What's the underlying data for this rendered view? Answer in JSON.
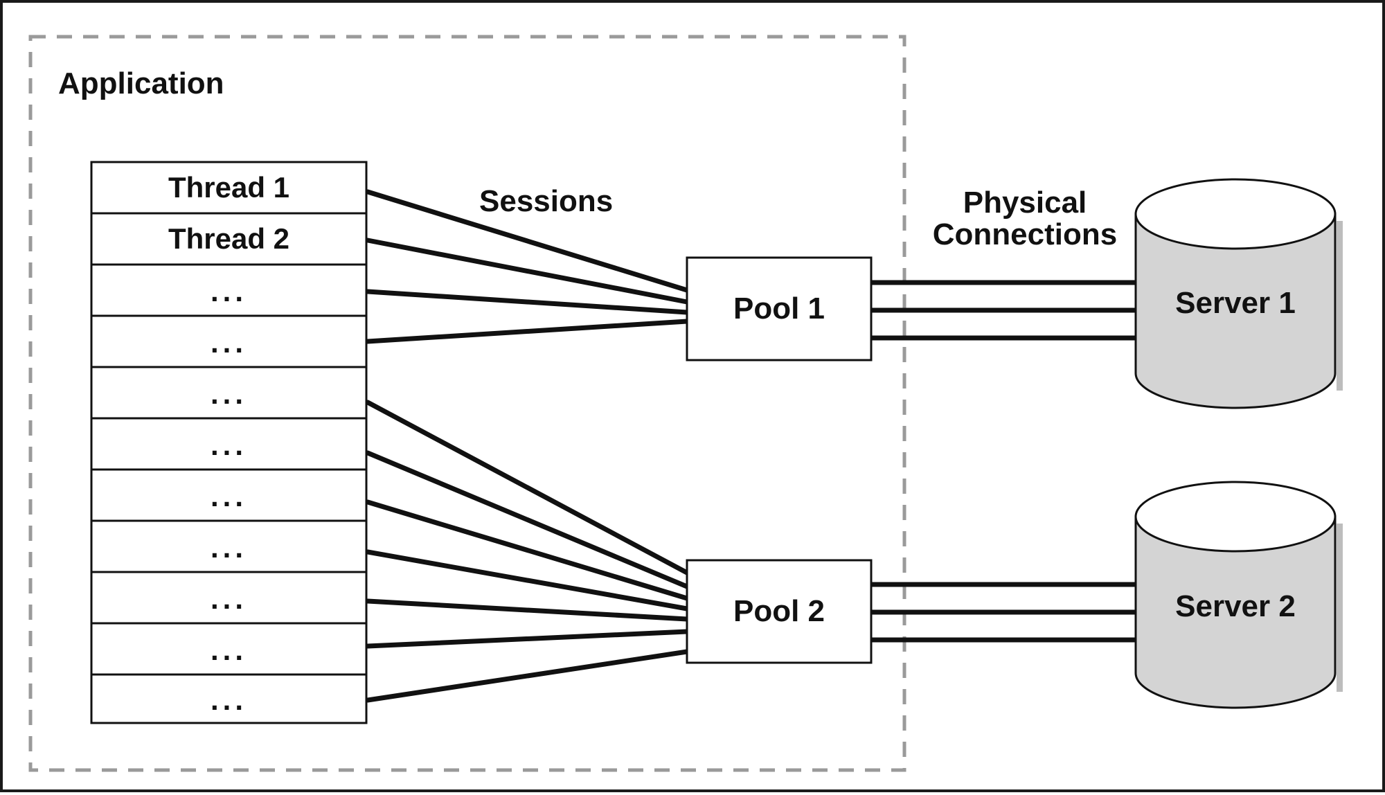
{
  "application": {
    "label": "Application"
  },
  "sessions": {
    "label": "Sessions"
  },
  "physical_connections": {
    "line1": "Physical",
    "line2": "Connections"
  },
  "threads": [
    "Thread 1",
    "Thread 2",
    "...",
    "...",
    "...",
    "...",
    "...",
    "...",
    "...",
    "...",
    "..."
  ],
  "pools": [
    {
      "label": "Pool 1"
    },
    {
      "label": "Pool 2"
    }
  ],
  "servers": [
    {
      "label": "Server 1"
    },
    {
      "label": "Server 2"
    }
  ],
  "colors": {
    "stroke": "#111111",
    "dashed_border": "#9a9a9a",
    "server_fill": "#d4d4d4",
    "server_shadow": "#bdbdbd"
  }
}
